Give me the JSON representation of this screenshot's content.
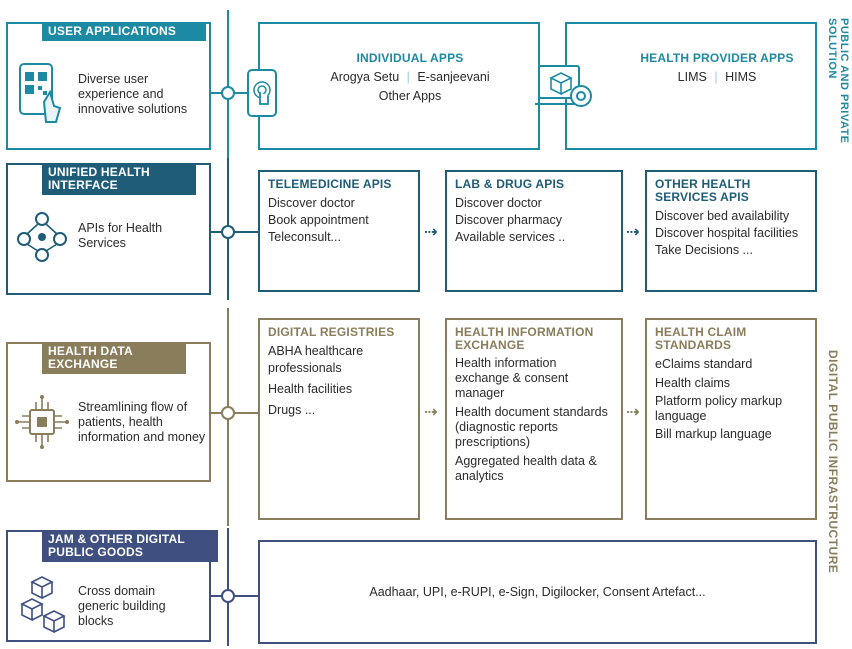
{
  "colors": {
    "teal": "#1d8aa3",
    "navy": "#1f5c78",
    "olive": "#8a7d5b",
    "indigo": "#3f4f7f"
  },
  "layers": {
    "user_apps": {
      "tag": "USER APPLICATIONS",
      "desc": "Diverse user experience and innovative solutions",
      "icon": "qr-phone-icon"
    },
    "uhi": {
      "tag": "UNIFIED HEALTH INTERFACE",
      "desc": "APIs for Health Services",
      "icon": "network-people-icon"
    },
    "hde": {
      "tag": "HEALTH DATA EXCHANGE",
      "desc": "Streamlining flow of patients, health information and money",
      "icon": "chip-icon"
    },
    "jam": {
      "tag": "JAM & OTHER DIGITAL PUBLIC GOODS",
      "desc": "Cross domain generic building blocks",
      "icon": "cubes-icon"
    }
  },
  "apps": {
    "individual": {
      "title": "INDIVIDUAL APPS",
      "line1_a": "Arogya Setu",
      "line1_b": "E-sanjeevani",
      "line2": "Other Apps"
    },
    "provider": {
      "title": "HEALTH PROVIDER APPS",
      "line1_a": "LIMS",
      "line1_b": "HIMS"
    }
  },
  "uhi_cards": [
    {
      "title": "TELEMEDICINE APIs",
      "items": [
        "Discover doctor",
        "Book appointment",
        "Teleconsult..."
      ]
    },
    {
      "title": "LAB & DRUG APIs",
      "items": [
        "Discover doctor",
        "Discover pharmacy",
        "Available services .."
      ]
    },
    {
      "title": "OTHER HEALTH SERVICES APIs",
      "items": [
        "Discover bed availability",
        "Discover hospital facilities",
        "Take Decisions ..."
      ]
    }
  ],
  "hde_cards": [
    {
      "title": "DIGITAL REGISTRIES",
      "items": [
        "ABHA healthcare professionals",
        "Health facilities",
        "Drugs ..."
      ]
    },
    {
      "title": "HEALTH INFORMATION EXCHANGE",
      "items": [
        "Health information exchange & consent manager",
        "Health document standards (diagnostic reports prescriptions)",
        "Aggregated health data & analytics"
      ]
    },
    {
      "title": "HEALTH CLAIM STANDARDS",
      "items": [
        "eClaims standard",
        "Health claims",
        "Platform policy markup language",
        "Bill markup language"
      ]
    }
  ],
  "jam_content": "Aadhaar, UPI, e-RUPI, e-Sign, Digilocker, Consent Artefact...",
  "side_labels": {
    "top": "PUBLIC AND PRIVATE SOLUTION",
    "bottom": "DIGITAL PUBLIC INFRASTRUCTURE"
  }
}
